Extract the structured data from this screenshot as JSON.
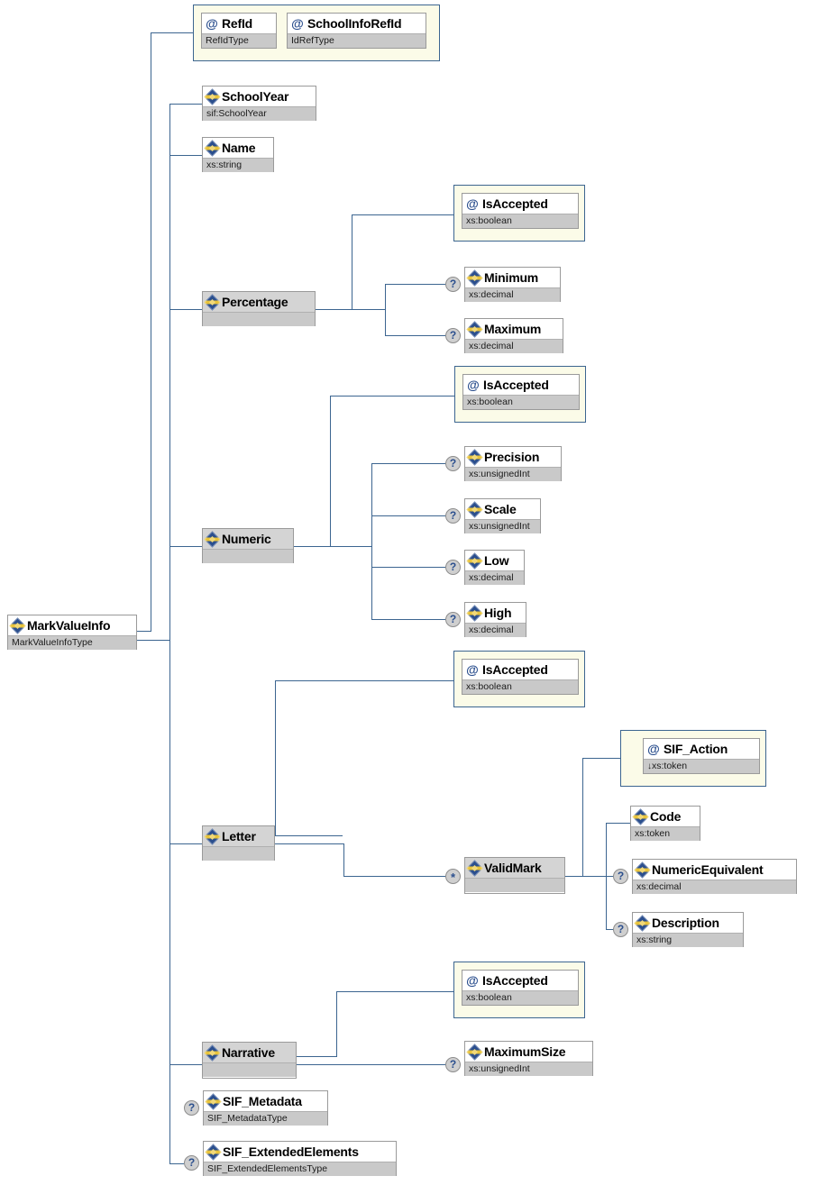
{
  "diagram": {
    "kind": "xml-schema-tree",
    "root": {
      "name": "MarkValueInfo",
      "type": "MarkValueInfoType",
      "icon": "element-icon"
    },
    "colors": {
      "line": "#3c6590",
      "type_row": "#c9c9c9",
      "attr_group_fill": "#fbfbe8",
      "attr_group_border": "#3c6590",
      "box_border": "#9a9a9a",
      "icon_blue": "#2b4f8e",
      "icon_yellow": "#e8c33a"
    },
    "attribute_group_1": {
      "attributes": [
        {
          "name": "RefId",
          "type": "RefIdType",
          "icon": "attribute-icon"
        },
        {
          "name": "SchoolInfoRefId",
          "type": "IdRefType",
          "icon": "attribute-icon"
        }
      ]
    },
    "elements": {
      "school_year": {
        "name": "SchoolYear",
        "type": "sif:SchoolYear",
        "icon": "element-icon",
        "occurrence": ""
      },
      "name": {
        "name": "Name",
        "type": "xs:string",
        "icon": "element-icon",
        "occurrence": ""
      },
      "percentage": {
        "name": "Percentage",
        "type": "",
        "icon": "element-icon",
        "occurrence": ""
      },
      "percentage_is_accepted": {
        "name": "IsAccepted",
        "type": "xs:boolean",
        "icon": "attribute-icon",
        "occurrence": ""
      },
      "minimum": {
        "name": "Minimum",
        "type": "xs:decimal",
        "icon": "element-icon",
        "occurrence": "?"
      },
      "maximum": {
        "name": "Maximum",
        "type": "xs:decimal",
        "icon": "element-icon",
        "occurrence": "?"
      },
      "numeric": {
        "name": "Numeric",
        "type": "",
        "icon": "element-icon",
        "occurrence": ""
      },
      "numeric_is_accepted": {
        "name": "IsAccepted",
        "type": "xs:boolean",
        "icon": "attribute-icon",
        "occurrence": ""
      },
      "precision": {
        "name": "Precision",
        "type": "xs:unsignedInt",
        "icon": "element-icon",
        "occurrence": "?"
      },
      "scale": {
        "name": "Scale",
        "type": "xs:unsignedInt",
        "icon": "element-icon",
        "occurrence": "?"
      },
      "low": {
        "name": "Low",
        "type": "xs:decimal",
        "icon": "element-icon",
        "occurrence": "?"
      },
      "high": {
        "name": "High",
        "type": "xs:decimal",
        "icon": "element-icon",
        "occurrence": "?"
      },
      "letter": {
        "name": "Letter",
        "type": "",
        "icon": "element-icon",
        "occurrence": ""
      },
      "letter_is_accepted": {
        "name": "IsAccepted",
        "type": "xs:boolean",
        "icon": "attribute-icon",
        "occurrence": ""
      },
      "valid_mark": {
        "name": "ValidMark",
        "type": "",
        "icon": "element-icon",
        "occurrence": "*"
      },
      "sif_action": {
        "name": "SIF_Action",
        "type": "xs:token",
        "type_prefix": "↓",
        "icon": "attribute-icon",
        "occurrence": "?"
      },
      "code": {
        "name": "Code",
        "type": "xs:token",
        "icon": "element-icon",
        "occurrence": ""
      },
      "numeric_equivalent": {
        "name": "NumericEquivalent",
        "type": "xs:decimal",
        "icon": "element-icon",
        "occurrence": "?"
      },
      "description": {
        "name": "Description",
        "type": "xs:string",
        "icon": "element-icon",
        "occurrence": "?"
      },
      "narrative": {
        "name": "Narrative",
        "type": "",
        "icon": "element-icon",
        "occurrence": ""
      },
      "narrative_is_accepted": {
        "name": "IsAccepted",
        "type": "xs:boolean",
        "icon": "attribute-icon",
        "occurrence": ""
      },
      "maximum_size": {
        "name": "MaximumSize",
        "type": "xs:unsignedInt",
        "icon": "element-icon",
        "occurrence": "?"
      },
      "sif_metadata": {
        "name": "SIF_Metadata",
        "type": "SIF_MetadataType",
        "icon": "element-icon",
        "occurrence": "?"
      },
      "sif_extended_elements": {
        "name": "SIF_ExtendedElements",
        "type": "SIF_ExtendedElementsType",
        "icon": "element-icon",
        "occurrence": "?"
      }
    }
  }
}
